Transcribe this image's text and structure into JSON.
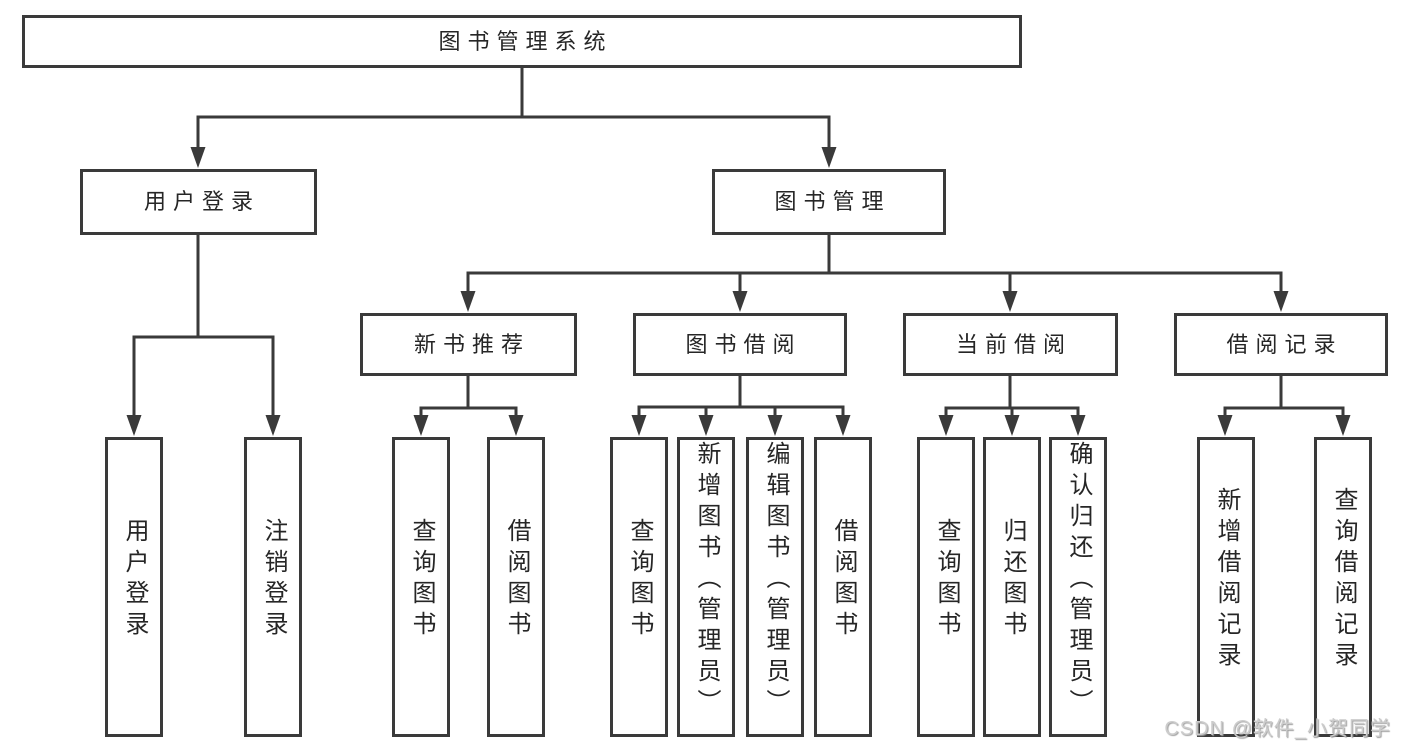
{
  "diagram": {
    "root": "图书管理系统",
    "user_login": {
      "label": "用户登录",
      "children": {
        "login": "用户登录",
        "logout": "注销登录"
      }
    },
    "book_mgmt": {
      "label": "图书管理",
      "modules": {
        "new_book_rec": {
          "label": "新书推荐",
          "children": {
            "query_book": "查询图书",
            "borrow_book": "借阅图书"
          }
        },
        "book_borrow": {
          "label": "图书借阅",
          "children": {
            "query_book": "查询图书",
            "add_book": "新增图书（管理员）",
            "edit_book": "编辑图书（管理员）",
            "borrow_book": "借阅图书"
          }
        },
        "current_borrow": {
          "label": "当前借阅",
          "children": {
            "query_book": "查询图书",
            "return_book": "归还图书",
            "confirm_return": "确认归还（管理员）"
          }
        },
        "borrow_records": {
          "label": "借阅记录",
          "children": {
            "add_record": "新增借阅记录",
            "query_record": "查询借阅记录"
          }
        }
      }
    }
  },
  "watermark": "CSDN @软件_小贺同学",
  "colors": {
    "line": "#3a3a3a",
    "box_border": "#3a3a3a",
    "text": "#262626",
    "background": "#ffffff",
    "watermark": "#cccccc"
  }
}
